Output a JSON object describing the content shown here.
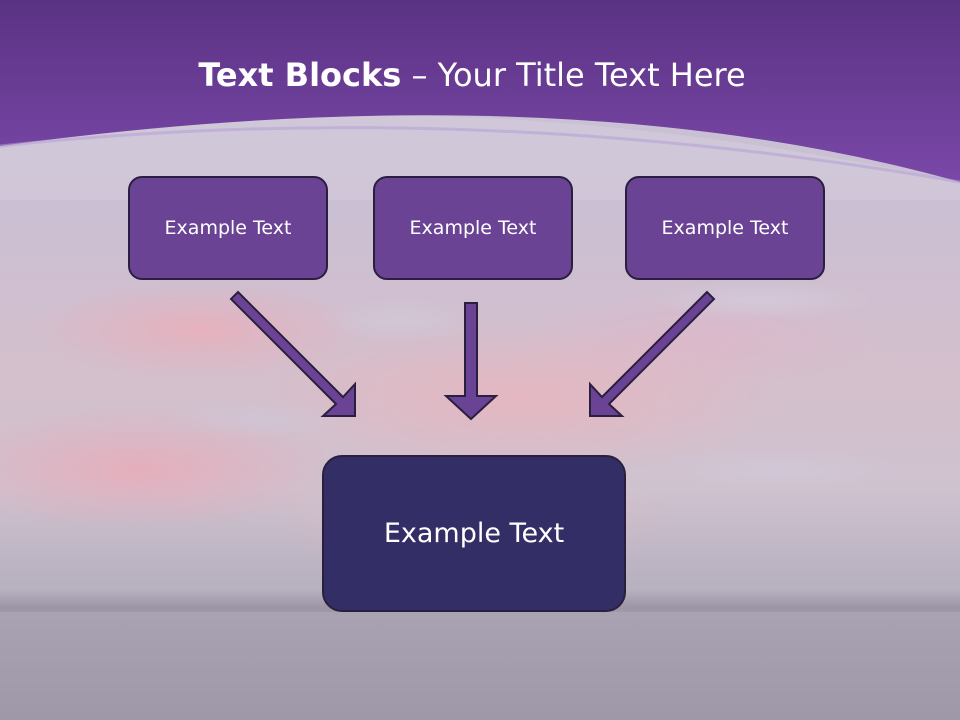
{
  "title": {
    "bold": "Text Blocks",
    "separator": "–",
    "rest": "Your Title Text Here"
  },
  "blocks": {
    "top": [
      "Example Text",
      "Example Text",
      "Example Text"
    ],
    "bottom": "Example Text"
  },
  "colors": {
    "header_purple": "#6b3d9a",
    "small_box_fill": "#6b4394",
    "large_box_fill": "#332f66",
    "arrow_fill": "#6b4394",
    "outline": "#2a1f3f"
  }
}
